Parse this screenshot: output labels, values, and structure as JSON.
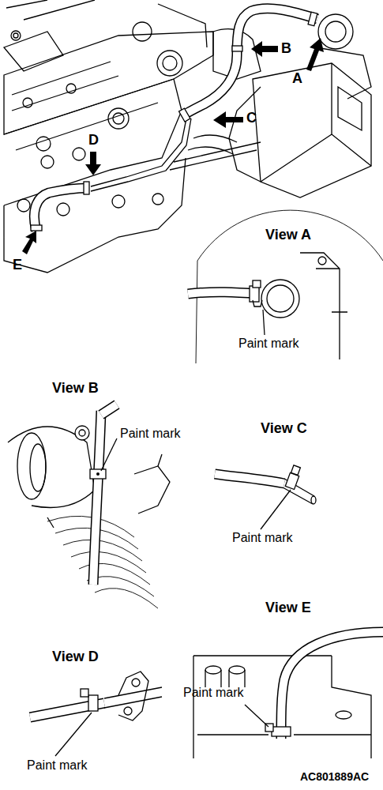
{
  "diagram": {
    "labels": [
      "B",
      "A",
      "C",
      "D",
      "E",
      "View A",
      "Paint mark",
      "View B",
      "Paint mark",
      "View C",
      "Paint mark",
      "View D",
      "View E",
      "Paint mark",
      "Paint mark",
      "AC801889AC"
    ]
  }
}
